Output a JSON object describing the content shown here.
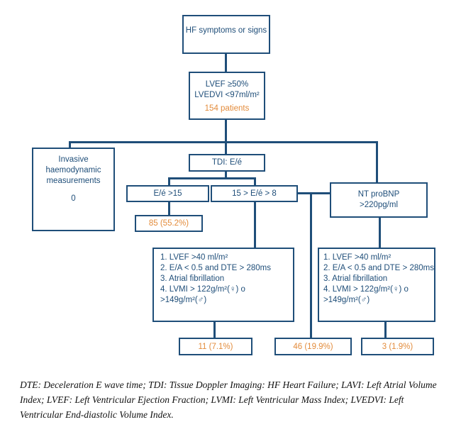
{
  "nodes": {
    "hf": "HF symptoms or signs",
    "lvef_line1": "LVEF ≥50%",
    "lvef_line2": "LVEDVI <97ml/m²",
    "lvef_patients": "154 patients",
    "invasive_line1": "Invasive",
    "invasive_line2": "haemodynamic",
    "invasive_line3": "measurements",
    "invasive_value": "0",
    "tdi": "TDI: E/é",
    "ee_gt15": "E/é >15",
    "ee_gt15_result": "85 (55.2%)",
    "ee_mid": "15 > E/é > 8",
    "ntprobnp_line1": "NT proBNP",
    "ntprobnp_line2": ">220pg/ml",
    "criteria_left": [
      "1. LVEF >40 ml/m²",
      "2. E/A < 0.5 and DTE > 280ms",
      "3. Atrial fibrillation",
      "4. LVMI > 122g/m²(♀) o",
      ">149g/m²(♂)"
    ],
    "criteria_right": [
      "1. LVEF >40 ml/m²",
      "2. E/A < 0.5 and DTE > 280ms",
      "3. Atrial fibrillation",
      "4. LVMI > 122g/m²(♀) o",
      ">149g/m²(♂)"
    ],
    "result_left": "11 (7.1%)",
    "result_mid": "46 (19.9%)",
    "result_right": "3 (1.9%)"
  },
  "caption": "DTE: Deceleration E wave time; TDI: Tissue Doppler Imaging: HF Heart Failure; LAVI: Left Atrial Volume Index; LVEF: Left Ventricular Ejection Fraction; LVMI: Left Ventricular Mass Index; LVEDVI: Left Ventricular End-diastolic Volume Index.",
  "colors": {
    "box_border": "#1f4e79",
    "box_text": "#1f4e79",
    "highlight_text": "#e38c3c"
  }
}
